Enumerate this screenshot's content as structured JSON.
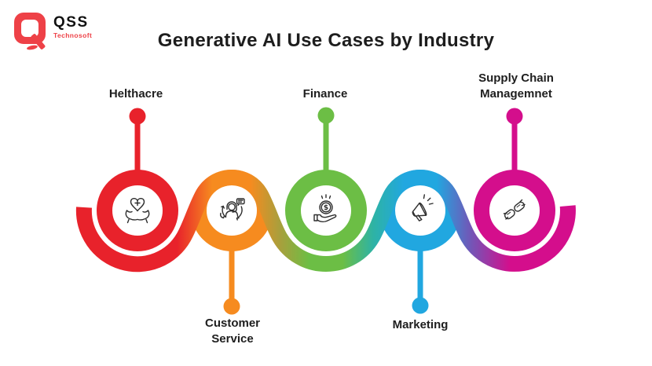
{
  "logo": {
    "name": "QSS",
    "subtitle": "Technosoft",
    "color": "#EE4147"
  },
  "title": "Generative AI Use Cases by Industry",
  "items": [
    {
      "label": "Helthacre",
      "lines": [
        "Helthacre"
      ],
      "position": "top",
      "color": "#E8222B",
      "icon": "healthcare-hands-heart-icon"
    },
    {
      "label": "Customer Service",
      "lines": [
        "Customer",
        "Service"
      ],
      "position": "bottom",
      "color": "#F68B1F",
      "icon": "customer-support-agent-icon"
    },
    {
      "label": "Finance",
      "lines": [
        "Finance"
      ],
      "position": "top",
      "color": "#6CBE45",
      "icon": "dollar-coin-hand-icon"
    },
    {
      "label": "Marketing",
      "lines": [
        "Marketing"
      ],
      "position": "bottom",
      "color": "#21A7E0",
      "icon": "megaphone-icon"
    },
    {
      "label": "Supply Chain Managemnet",
      "lines": [
        "Supply Chain",
        "Managemnet"
      ],
      "position": "top",
      "color": "#D40E8C",
      "icon": "chain-link-icon"
    }
  ],
  "ribbon": {
    "blend_red_orange_start": "#E8222B",
    "blend_orange": "#F68B1F",
    "blend_orange_green": "#A99F3C",
    "blend_green": "#6CBE45",
    "blend_green_blue": "#2EB3A4",
    "blend_blue": "#21A7E0",
    "blend_blue_magenta": "#7058B8",
    "blend_magenta": "#D40E8C"
  }
}
